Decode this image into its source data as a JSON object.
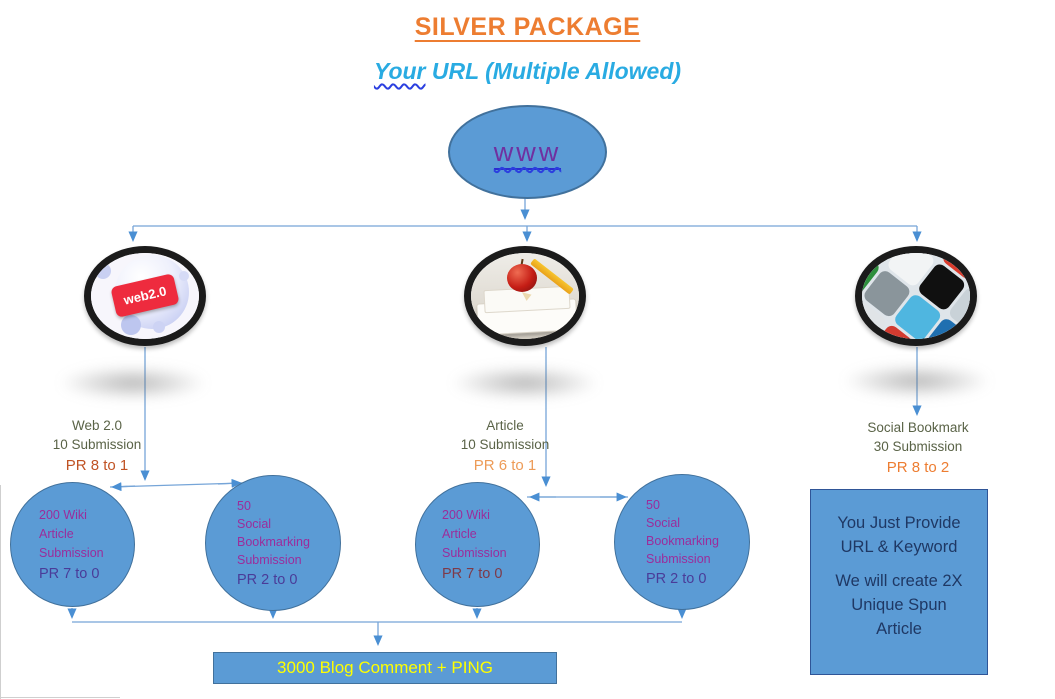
{
  "header": {
    "title": "SILVER PACKAGE",
    "subtitle_word": "Your",
    "subtitle_rest": " URL (Multiple Allowed)"
  },
  "root": {
    "label": "www"
  },
  "branches": [
    {
      "icon": "web20-bubbles-image",
      "badge": "web2.0",
      "line1": "Web 2.0",
      "line2": "10 Submission",
      "pr": "PR 8 to 1"
    },
    {
      "icon": "article-books-apple-image",
      "line1": "Article",
      "line2": "10 Submission",
      "pr": "PR 6 to 1"
    },
    {
      "icon": "social-bookmark-collage-image",
      "line1": "Social Bookmark",
      "line2": "30 Submission",
      "pr": "PR 8 to 2"
    }
  ],
  "circles": [
    {
      "line1": "200 Wiki",
      "line2": "Article",
      "line3": "Submission",
      "pr": "PR 7 to 0"
    },
    {
      "line1": "50",
      "line2": "Social",
      "line3": "Bookmarking",
      "line4": "Submission",
      "pr": "PR 2 to 0"
    },
    {
      "line1": "200 Wiki",
      "line2": "Article",
      "line3": "Submission",
      "pr": "PR 7 to 0"
    },
    {
      "line1": "50",
      "line2": "Social",
      "line3": "Bookmarking",
      "line4": "Submission",
      "pr": "PR 2 to 0"
    }
  ],
  "bottom_banner": {
    "label": "3000 Blog Comment + PING"
  },
  "info_box": {
    "line1": "You Just Provide",
    "line2": "URL & Keyword",
    "line3": "We will create 2X",
    "line4": "Unique Spun",
    "line5": "Article"
  },
  "colors": {
    "node_fill": "#5B9BD5",
    "node_border": "#41719C",
    "connector_blue": "#76A5D8",
    "title_orange": "#ED7D31",
    "subtitle_cyan": "#29ABE2",
    "www_purple": "#7030A0",
    "label_green": "#5A6347",
    "pr_orange_dark": "#C05324",
    "pr_orange_light": "#ED9B57",
    "pr_orange": "#ED7D31",
    "circle_text_purple": "#9B2D9B",
    "circle_pr_indigo": "#4A3C99",
    "banner_text_yellow": "#FFFF00",
    "info_text_navy": "#1F3864"
  }
}
